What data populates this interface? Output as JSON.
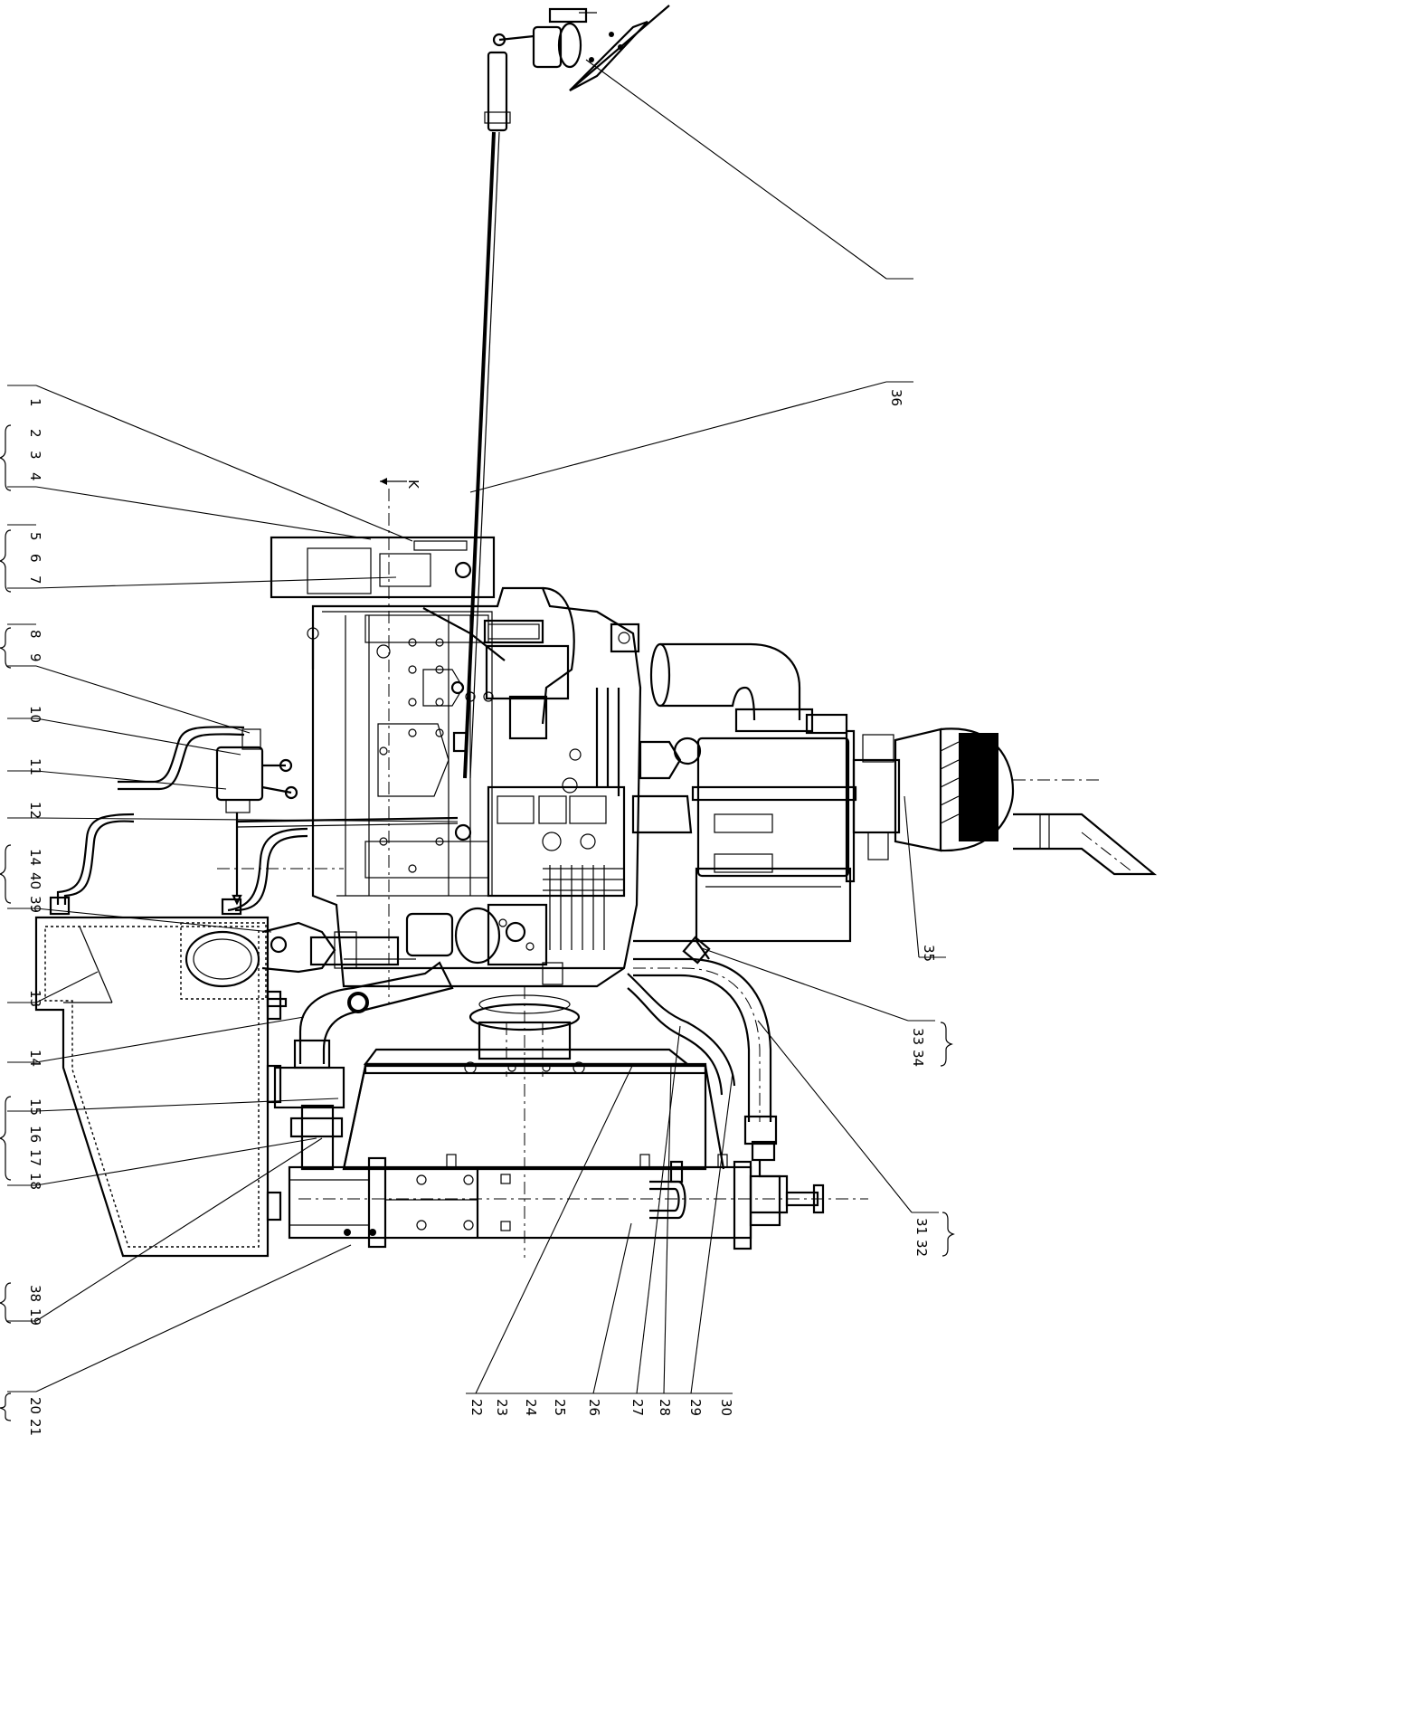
{
  "callouts": {
    "c1": "1",
    "c2": "2",
    "c3": "3",
    "c4": "4",
    "c5": "5",
    "c6": "6",
    "c7": "7",
    "c8": "8",
    "c9": "9",
    "c10": "10",
    "c11": "11",
    "c12": "12",
    "c13": "13",
    "c14": "14",
    "c15": "15",
    "c16": "16",
    "c17": "17",
    "c18": "18",
    "c19": "19",
    "c20": "20",
    "c21": "21",
    "c22": "22",
    "c23": "23",
    "c24": "24",
    "c25": "25",
    "c26": "26",
    "c27": "27",
    "c28": "28",
    "c29": "29",
    "c30": "30",
    "c31": "31",
    "c32": "32",
    "c33": "33",
    "c34": "34",
    "c35": "35",
    "c36": "36",
    "c38": "38",
    "c39": "39",
    "c40": "40"
  },
  "annotations": {
    "section_mark": "K"
  }
}
